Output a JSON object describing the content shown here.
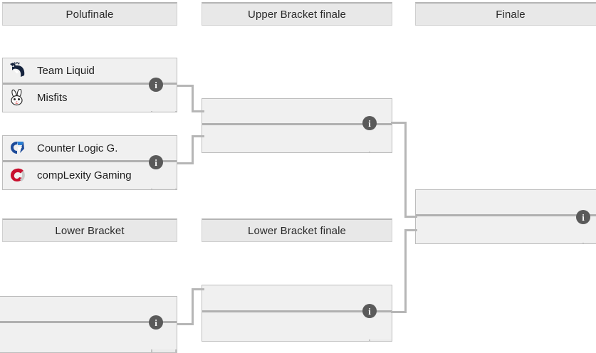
{
  "bracket": {
    "title_row": [
      {
        "name": "semifinal-header",
        "label": "Polufinale"
      },
      {
        "name": "upper-bracket-final-header",
        "label": "Upper Bracket finale"
      },
      {
        "name": "grand-final-header",
        "label": "Finale"
      }
    ],
    "lower_row": [
      {
        "name": "lower-bracket-header",
        "label": "Lower Bracket"
      },
      {
        "name": "lower-bracket-final-header",
        "label": "Lower Bracket finale"
      }
    ],
    "info_label": "i",
    "matches": {
      "semifinal_1": {
        "name": "match-semifinal-1",
        "teams": [
          {
            "name": "Team Liquid",
            "logo": "team-liquid-logo",
            "score": ""
          },
          {
            "name": "Misfits",
            "logo": "misfits-logo",
            "score": ""
          }
        ]
      },
      "semifinal_2": {
        "name": "match-semifinal-2",
        "teams": [
          {
            "name": "Counter Logic G.",
            "logo": "counter-logic-gaming-logo",
            "score": ""
          },
          {
            "name": "compLexity Gaming",
            "logo": "complexity-gaming-logo",
            "score": ""
          }
        ]
      },
      "upper_bracket_final": {
        "name": "match-upper-bracket-final",
        "teams": [
          {
            "name": "",
            "logo": "",
            "score": ""
          },
          {
            "name": "",
            "logo": "",
            "score": ""
          }
        ]
      },
      "grand_final": {
        "name": "match-grand-final",
        "teams": [
          {
            "name": "",
            "logo": "",
            "score": ""
          },
          {
            "name": "",
            "logo": "",
            "score": ""
          }
        ]
      },
      "lower_bracket_match": {
        "name": "match-lower-bracket",
        "teams": [
          {
            "name": "",
            "logo": "",
            "score": ""
          },
          {
            "name": "",
            "logo": "",
            "score": ""
          }
        ]
      },
      "lower_bracket_final": {
        "name": "match-lower-bracket-final",
        "teams": [
          {
            "name": "",
            "logo": "",
            "score": ""
          },
          {
            "name": "",
            "logo": "",
            "score": ""
          }
        ]
      }
    }
  },
  "colors": {
    "header_fill": "#e8e8e8",
    "match_fill": "#f0f0f0",
    "border": "#bdbdbd",
    "connector": "#b6b6b6",
    "info_badge": "#5a5a5a",
    "text": "#1d1d1d"
  }
}
